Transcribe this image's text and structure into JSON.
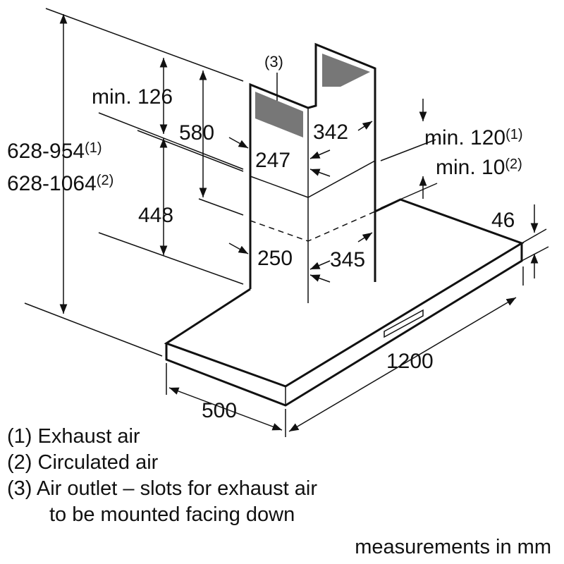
{
  "labels": {
    "air_outlet_ref": "(3)",
    "min_126": "min. 126",
    "dim_580": "580",
    "dim_628_954": "628-954",
    "dim_628_954_note": "(1)",
    "dim_628_1064": "628-1064",
    "dim_628_1064_note": "(2)",
    "dim_247": "247",
    "dim_342": "342",
    "min_120": "min. 120",
    "min_120_note": "(1)",
    "min_10": "min. 10",
    "min_10_note": "(2)",
    "dim_448": "448",
    "dim_46": "46",
    "dim_250": "250",
    "dim_345": "345",
    "dim_1200": "1200",
    "dim_500": "500"
  },
  "legend": [
    "(1) Exhaust air",
    "(2) Circulated air",
    "(3) Air outlet – slots for exhaust air",
    "to be mounted facing down"
  ],
  "footer": "measurements in mm"
}
